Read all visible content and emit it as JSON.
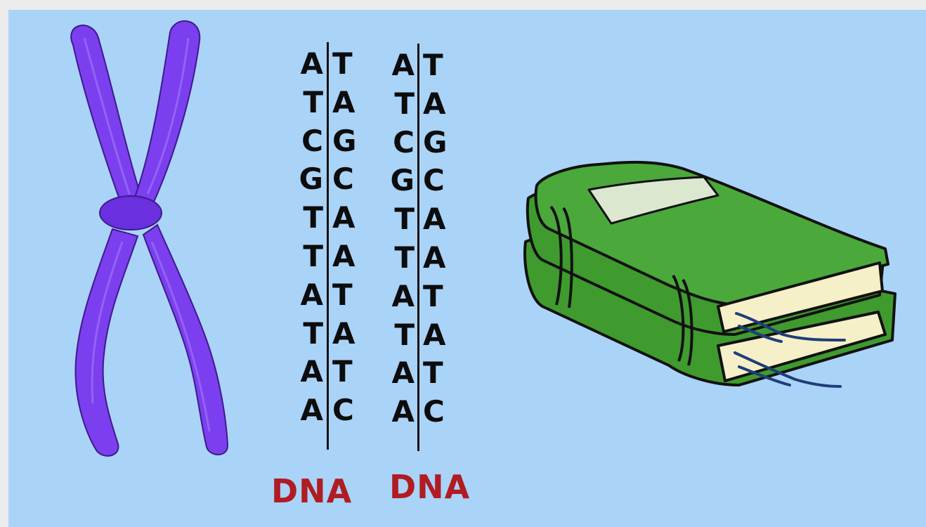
{
  "figure": {
    "background_color": "#aad3f8",
    "chromosome": {
      "icon": "chromosome-icon",
      "color": "#7b3ff0"
    },
    "book": {
      "icon": "book-stack-icon",
      "cover_color": "#3f9b2e"
    },
    "dna_pairs": [
      {
        "strand_a": [
          "A",
          "T",
          "C",
          "G",
          "T",
          "T",
          "A",
          "T",
          "A",
          "A"
        ],
        "strand_b": [
          "T",
          "A",
          "G",
          "C",
          "A",
          "A",
          "T",
          "A",
          "T",
          "C"
        ],
        "label": "DNA"
      },
      {
        "strand_a": [
          "A",
          "T",
          "C",
          "G",
          "T",
          "T",
          "A",
          "T",
          "A",
          "A"
        ],
        "strand_b": [
          "T",
          "A",
          "G",
          "C",
          "A",
          "A",
          "T",
          "A",
          "T",
          "C"
        ],
        "label": "DNA"
      }
    ],
    "label_color": "#b01c22"
  }
}
